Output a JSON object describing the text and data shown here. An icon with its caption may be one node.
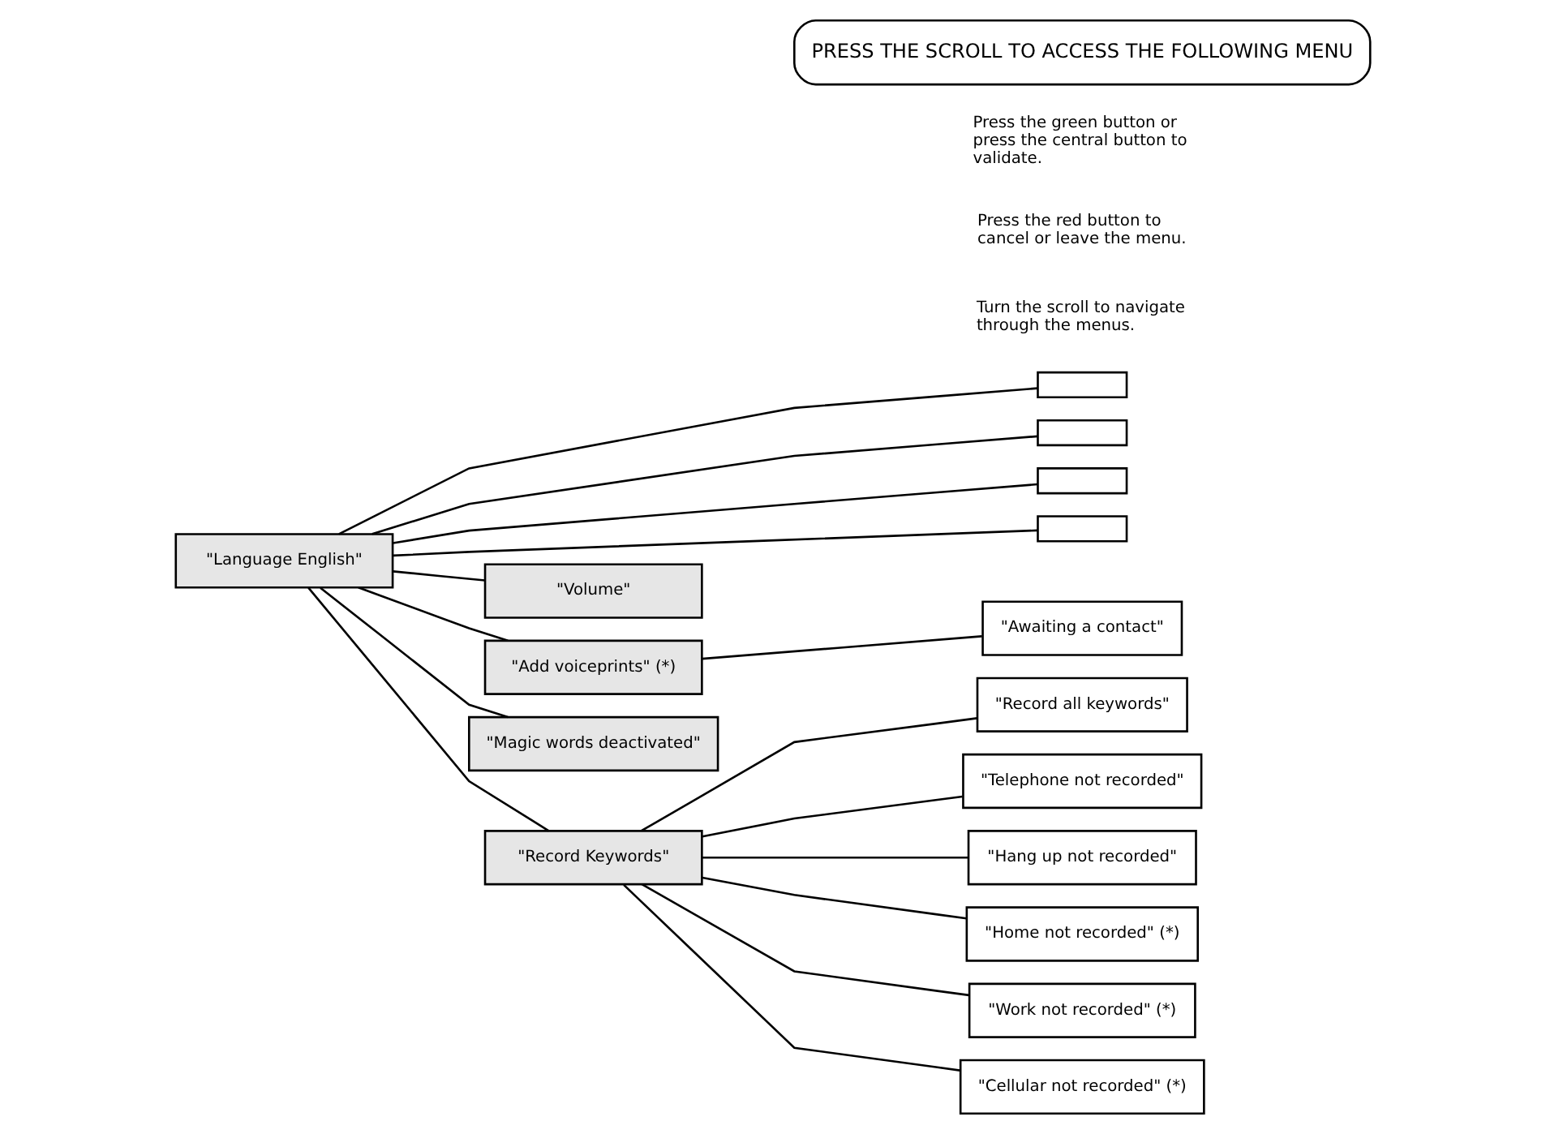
{
  "diagram": {
    "nodes": [
      {
        "text": [
          "\"Language English\""
        ]
      },
      {
        "text": [],
        "shape": "box"
      },
      {
        "text": [],
        "shape": "box"
      },
      {
        "text": [],
        "shape": "box"
      },
      {
        "text": [],
        "shape": "box"
      },
      {
        "text": [
          "\"Volume\""
        ]
      },
      {
        "text": [
          "\"Add voiceprints\" (*)"
        ]
      },
      {
        "text": [
          "\"Awaiting a contact\""
        ]
      },
      {
        "text": [
          "\"Magic words deactivated\""
        ]
      },
      {
        "text": [
          "\"Record Keywords\""
        ]
      },
      {
        "text": [
          "\"Record all keywords\""
        ]
      },
      {
        "text": [
          "\"Telephone not recorded\""
        ]
      },
      {
        "text": [
          "\"Hang up not recorded\""
        ]
      },
      {
        "text": [
          "\"Home not recorded\" (*)"
        ]
      },
      {
        "text": [
          "\"Work not recorded\" (*)"
        ]
      },
      {
        "text": [
          "\"Cellular not recorded\" (*)"
        ]
      },
      {
        "text": [
          "PRESS THE SCROLL TO ACCESS THE FOLLOWING MENU"
        ]
      }
    ],
    "edges": [
      {
        "from": 0,
        "to": 1,
        "arrow": "none"
      },
      {
        "from": 0,
        "to": 2,
        "arrow": "none"
      },
      {
        "from": 0,
        "to": 3,
        "arrow": "none"
      },
      {
        "from": 0,
        "to": 4,
        "arrow": "none"
      },
      {
        "from": 0,
        "to": 5,
        "arrow": "none"
      },
      {
        "from": 0,
        "to": 6,
        "arrow": "none"
      },
      {
        "from": 6,
        "to": 7,
        "arrow": "none"
      },
      {
        "from": 0,
        "to": 8,
        "arrow": "none"
      },
      {
        "from": 0,
        "to": 9,
        "arrow": "none"
      },
      {
        "from": 9,
        "to": 10,
        "arrow": "none"
      },
      {
        "from": 9,
        "to": 11,
        "arrow": "none"
      },
      {
        "from": 9,
        "to": 12,
        "arrow": "none"
      },
      {
        "from": 9,
        "to": 13,
        "arrow": "none"
      },
      {
        "from": 9,
        "to": 14,
        "arrow": "none"
      },
      {
        "from": 9,
        "to": 15,
        "arrow": "none"
      }
    ],
    "labels": [
      "Press the green button or press the central button to validate.",
      "Press the red button to cancel or leave the menu.",
      "Turn the scroll to navigate through the menus."
    ]
  }
}
